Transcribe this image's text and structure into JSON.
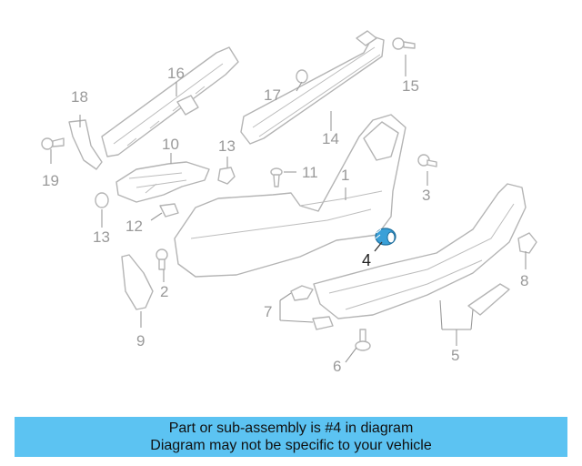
{
  "diagram": {
    "highlight_color": "#3aa0d8",
    "callouts": {
      "c1": "1",
      "c2": "2",
      "c3": "3",
      "c4": "4",
      "c5": "5",
      "c6": "6",
      "c7": "7",
      "c8": "8",
      "c9": "9",
      "c10": "10",
      "c11": "11",
      "c12": "12",
      "c13a": "13",
      "c13b": "13",
      "c14": "14",
      "c15": "15",
      "c16": "16",
      "c17": "17",
      "c18": "18",
      "c19": "19"
    }
  },
  "banner": {
    "background": "#5cc3f2",
    "line1": "Part or sub-assembly is #4 in diagram",
    "line2": "Diagram may not be specific to your vehicle"
  }
}
